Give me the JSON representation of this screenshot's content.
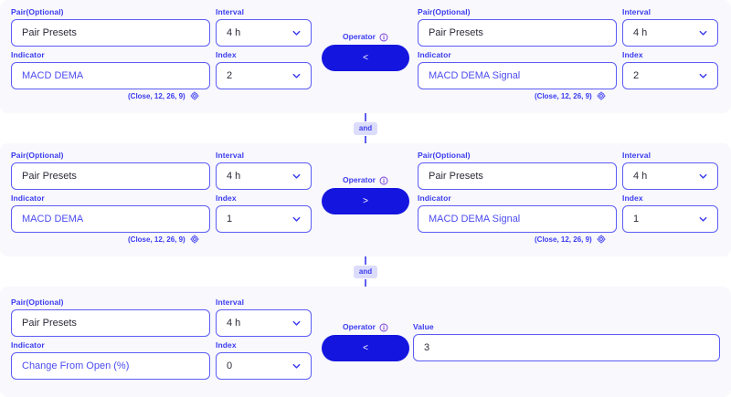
{
  "theme": {
    "panel_bg": "#f8f8fd",
    "accent_blue": "#3b3bf0",
    "border_blue": "#5c5cf5",
    "operator_blue": "#1515e0",
    "badge_bg": "#dcdcfb",
    "info_purple": "#7b3bd8",
    "value_text": "#2b2b38",
    "selected_text": "#4b4bf2"
  },
  "labels": {
    "pair": "Pair(Optional)",
    "interval": "Interval",
    "indicator": "Indicator",
    "index": "Index",
    "operator": "Operator",
    "value": "Value"
  },
  "icons": {
    "chevron_down": "chevron-down-icon",
    "gear": "gear-icon",
    "info": "info-icon"
  },
  "connectors": [
    {
      "label": "and"
    },
    {
      "label": "and"
    }
  ],
  "conditions": [
    {
      "left": {
        "pair": "Pair Presets",
        "interval": "4 h",
        "indicator": "MACD DEMA",
        "index": "2",
        "params": "(Close, 12, 26, 9)"
      },
      "operator": "<",
      "right": {
        "type": "indicator",
        "pair": "Pair Presets",
        "interval": "4 h",
        "indicator": "MACD DEMA Signal",
        "index": "2",
        "params": "(Close, 12, 26, 9)"
      }
    },
    {
      "left": {
        "pair": "Pair Presets",
        "interval": "4 h",
        "indicator": "MACD DEMA",
        "index": "1",
        "params": "(Close, 12, 26, 9)"
      },
      "operator": ">",
      "right": {
        "type": "indicator",
        "pair": "Pair Presets",
        "interval": "4 h",
        "indicator": "MACD DEMA Signal",
        "index": "1",
        "params": "(Close, 12, 26, 9)"
      }
    },
    {
      "left": {
        "pair": "Pair Presets",
        "interval": "4 h",
        "indicator": "Change From Open (%)",
        "index": "0",
        "params": ""
      },
      "operator": "<",
      "right": {
        "type": "value",
        "value": "3"
      }
    }
  ]
}
